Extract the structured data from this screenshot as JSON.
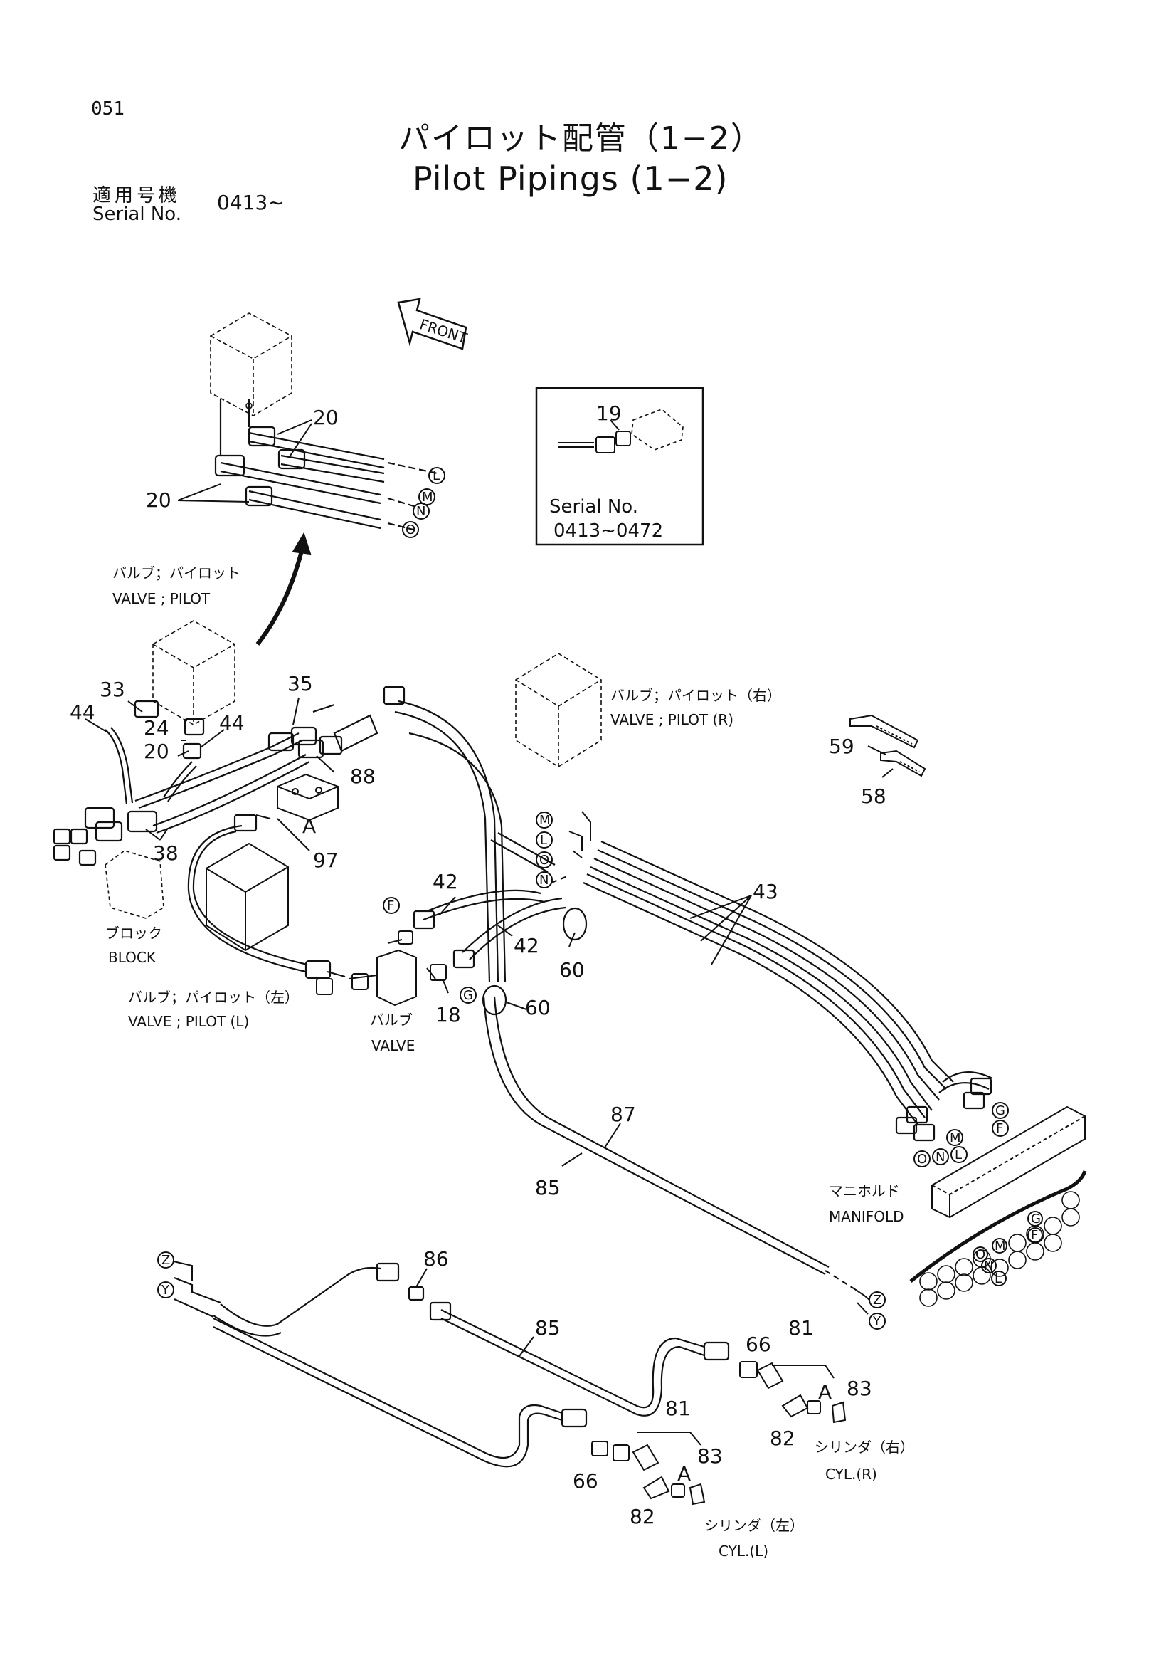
{
  "header": {
    "page_number": "051",
    "title_jp": "パイロット配管（1−2）",
    "title_en": "Pilot Pipings (1−2)",
    "serial_label_jp": "適用号機",
    "serial_label_en": "Serial No.",
    "serial_value": "0413∼"
  },
  "callouts": {
    "front": "FRONT",
    "inset_part": "19",
    "inset_serial_label": "Serial No.",
    "inset_serial_range": "0413∼0472",
    "p20a": "20",
    "p20b": "20",
    "p20c": "20",
    "p33": "33",
    "p44a": "44",
    "p44b": "44",
    "p24": "24",
    "p35": "35",
    "p88": "88",
    "p38": "38",
    "p97": "97",
    "pA1": "A",
    "p42a": "42",
    "p42b": "42",
    "p18": "18",
    "p60a": "60",
    "p60b": "60",
    "p43": "43",
    "p59": "59",
    "p58": "58",
    "p87": "87",
    "p85a": "85",
    "p86": "86",
    "p85b": "85",
    "p66a": "66",
    "p66b": "66",
    "p81a": "81",
    "p81b": "81",
    "p83a": "83",
    "p83b": "83",
    "p82a": "82",
    "p82b": "82",
    "pA2": "A",
    "pA3": "A"
  },
  "labels": {
    "valve_pilot_jp": "バルブ；パイロット",
    "valve_pilot_en": "VALVE ; PILOT",
    "valve_pilot_r_jp": "バルブ；パイロット（右）",
    "valve_pilot_r_en": "VALVE ; PILOT (R)",
    "valve_pilot_l_jp": "バルブ；パイロット（左）",
    "valve_pilot_l_en": "VALVE ; PILOT (L)",
    "block_jp": "ブロック",
    "block_en": "BLOCK",
    "valve_jp": "バルブ",
    "valve_en": "VALVE",
    "manifold_jp": "マニホルド",
    "manifold_en": "MANIFOLD",
    "cyl_r_jp": "シリンダ（右）",
    "cyl_r_en": "CYL.(R)",
    "cyl_l_jp": "シリンダ（左）",
    "cyl_l_en": "CYL.(L)"
  },
  "ports": {
    "L": "L",
    "M": "M",
    "N": "N",
    "O": "O",
    "F": "F",
    "G": "G",
    "Z": "Z",
    "Y": "Y"
  }
}
